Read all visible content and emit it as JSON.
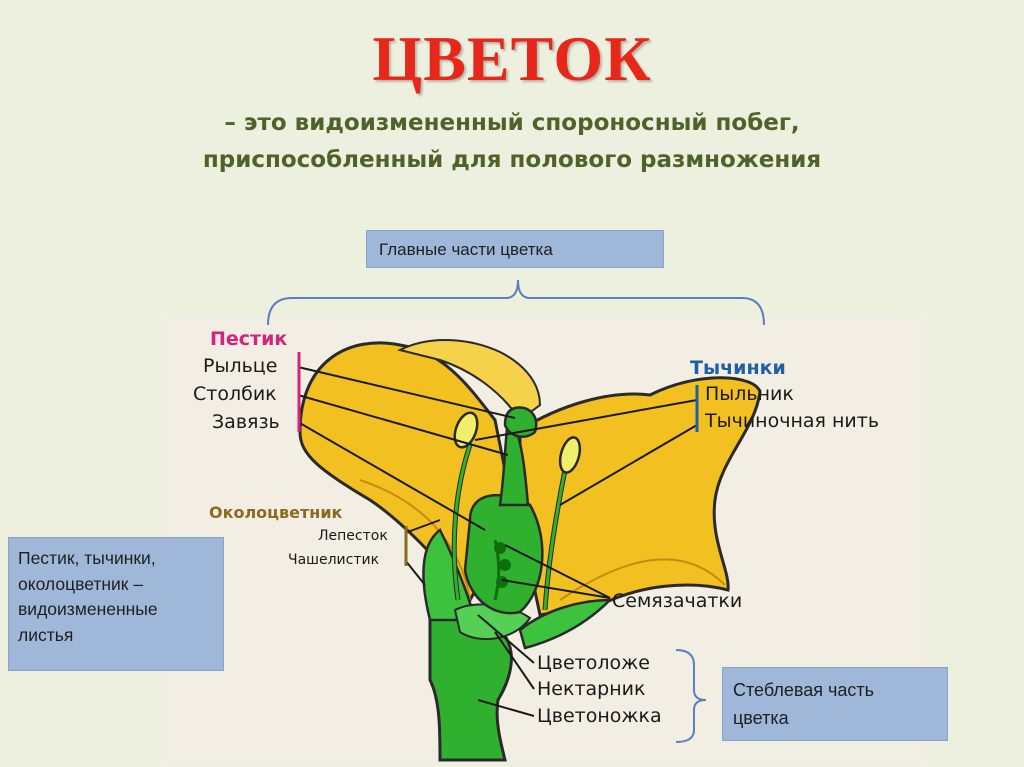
{
  "title": "ЦВЕТОК",
  "subtitle": {
    "line1": "– это видоизмененный спороносный побег,",
    "line2": "приспособленный для полового размножения"
  },
  "boxes": {
    "main_parts": "Главные части цветка",
    "modified_leaves": [
      "Пестик, тычинки,",
      "околоцветник –",
      "видоизмененные",
      "листья"
    ],
    "stem_part": [
      "Стеблевая часть",
      "цветка"
    ]
  },
  "labels": {
    "pistil_group": "Пестик",
    "stigma": "Рыльце",
    "style": "Столбик",
    "ovary": "Завязь",
    "perianth_group": "Околоцветник",
    "petal": "Лепесток",
    "sepal": "Чашелистик",
    "stamens_group": "Тычинки",
    "anther": "Пыльник",
    "filament": "Тычиночная нить",
    "ovules": "Семязачатки",
    "receptacle": "Цветоложе",
    "nectary": "Нектарник",
    "pedicel": "Цветоножка"
  },
  "colors": {
    "title": "#e8271b",
    "subtitle": "#4f6228",
    "pistil_group": "#d4237a",
    "stamens_group": "#1f5fa8",
    "perianth_group": "#8b6a1e",
    "box_fill": "#9fb7d9",
    "bracket": "#5b7fbf",
    "petal": "#f2c020",
    "stem": "#2fb12f"
  }
}
